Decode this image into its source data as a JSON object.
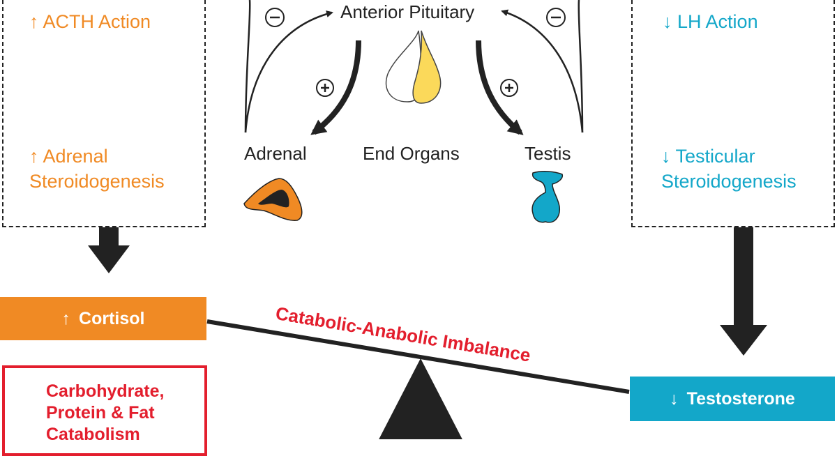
{
  "left_box": {
    "line1": "ACTH Action",
    "line2a": "Adrenal",
    "line2b": "Steroidogenesis",
    "arrow_up": "↑"
  },
  "right_box": {
    "line1": "LH Action",
    "line2a": "Testicular",
    "line2b": "Steroidogenesis",
    "arrow_down": "↓"
  },
  "center": {
    "pituitary": "Anterior Pituitary",
    "adrenal": "Adrenal",
    "end_organs": "End Organs",
    "testis": "Testis",
    "minus": "−",
    "plus": "+"
  },
  "cortisol": {
    "arrow": "↑",
    "label": "Cortisol"
  },
  "testosterone": {
    "arrow": "↓",
    "label": "Testosterone"
  },
  "imbalance": "Catabolic-Anabolic Imbalance",
  "catabolism": {
    "line1": "Carbohydrate,",
    "line2": "Protein & Fat",
    "line3": "Catabolism"
  },
  "colors": {
    "orange": "#f08a24",
    "cyan": "#13a7c9",
    "red": "#e31e2d",
    "yellow": "#fbd95a"
  }
}
